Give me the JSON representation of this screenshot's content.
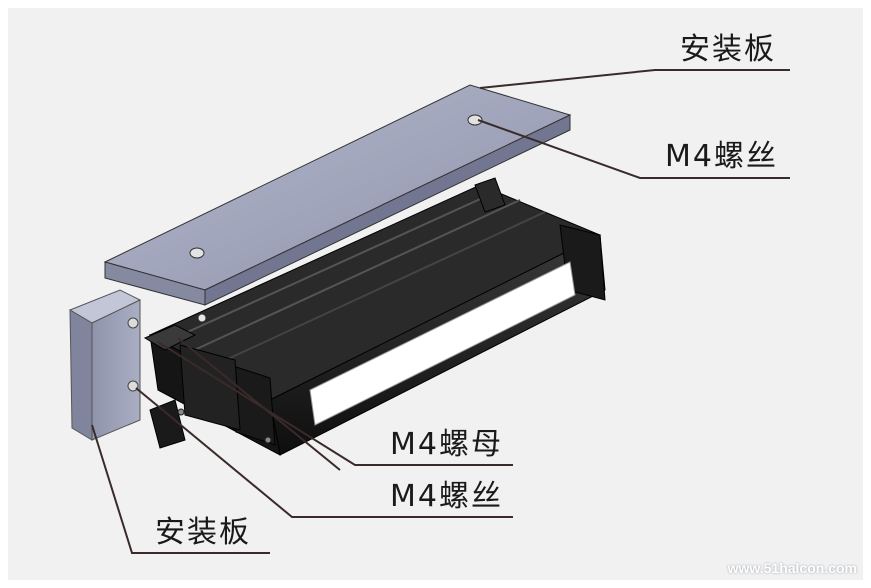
{
  "labels": {
    "top_plate": "安装板",
    "top_screw": "M4螺丝",
    "nut": "M4螺母",
    "bottom_screw": "M4螺丝",
    "bottom_plate": "安装板"
  },
  "watermark": "www.51halcon.com",
  "colors": {
    "background": "#f1f1f1",
    "plate": "#9ba0b8",
    "light_body": "#1c1c1c",
    "light_window": "#ffffff",
    "leader_line": "#3a2a2a"
  }
}
